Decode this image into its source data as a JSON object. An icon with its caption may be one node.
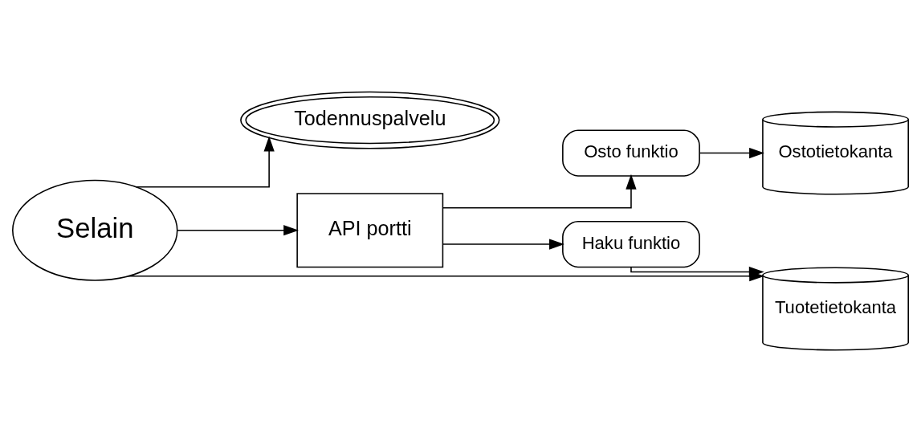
{
  "diagram": {
    "nodes": [
      {
        "text": [
          "Selain"
        ]
      },
      {
        "text": [
          "Todennuspalvelu"
        ]
      },
      {
        "text": [
          "API portti"
        ]
      },
      {
        "text": [
          "Osto funktio"
        ]
      },
      {
        "text": [
          "Haku funktio"
        ]
      },
      {
        "text": [
          "Ostotietokanta"
        ]
      },
      {
        "text": [
          "Tuotetietokanta"
        ]
      }
    ],
    "edges": [
      {
        "from": 0,
        "to": 1,
        "arrow": "to"
      },
      {
        "from": 0,
        "to": 2,
        "arrow": "to"
      },
      {
        "from": 0,
        "to": 6,
        "arrow": "to"
      },
      {
        "from": 2,
        "to": 3,
        "arrow": "to"
      },
      {
        "from": 2,
        "to": 4,
        "arrow": "to"
      },
      {
        "from": 3,
        "to": 5,
        "arrow": "to"
      },
      {
        "from": 4,
        "to": 6,
        "arrow": "to"
      }
    ]
  }
}
